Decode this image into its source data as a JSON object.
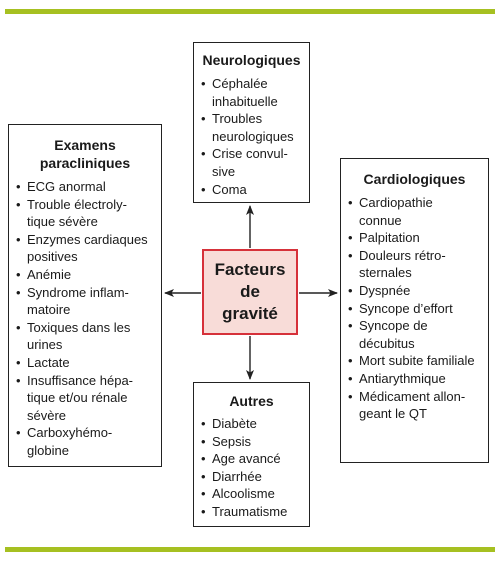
{
  "center": {
    "title": "Facteurs\nde\ngravité"
  },
  "neurologiques": {
    "title": "Neurologiques",
    "items": [
      "Céphalée\ninhabituelle",
      "Troubles\nneurologiques",
      "Crise convul-\nsive",
      "Coma"
    ]
  },
  "examens": {
    "title": "Examens\nparacliniques",
    "items": [
      "ECG anormal",
      "Trouble électroly-\ntique sévère",
      "Enzymes cardiaques\npositives",
      "Anémie",
      "Syndrome inflam-\nmatoire",
      "Toxiques dans les\nurines",
      "Lactate",
      "Insuffisance hépa-\ntique et/ou rénale\nsévère",
      "Carboxyhémo-\nglobine"
    ]
  },
  "cardiologiques": {
    "title": "Cardiologiques",
    "items": [
      "Cardiopathie\nconnue",
      "Palpitation",
      "Douleurs rétro-\nsternales",
      "Dyspnée",
      "Syncope d’effort",
      "Syncope de\ndécubitus",
      "Mort subite familiale",
      "Antiarythmique",
      "Médicament allon-\ngeant le QT"
    ]
  },
  "autres": {
    "title": "Autres",
    "items": [
      "Diabète",
      "Sepsis",
      "Age avancé",
      "Diarrhée",
      "Alcoolisme",
      "Traumatisme"
    ]
  },
  "colors": {
    "accent_rule": "#a6c021",
    "center_fill": "#f8dcd8",
    "center_border": "#d6313a",
    "box_border": "#222222"
  }
}
